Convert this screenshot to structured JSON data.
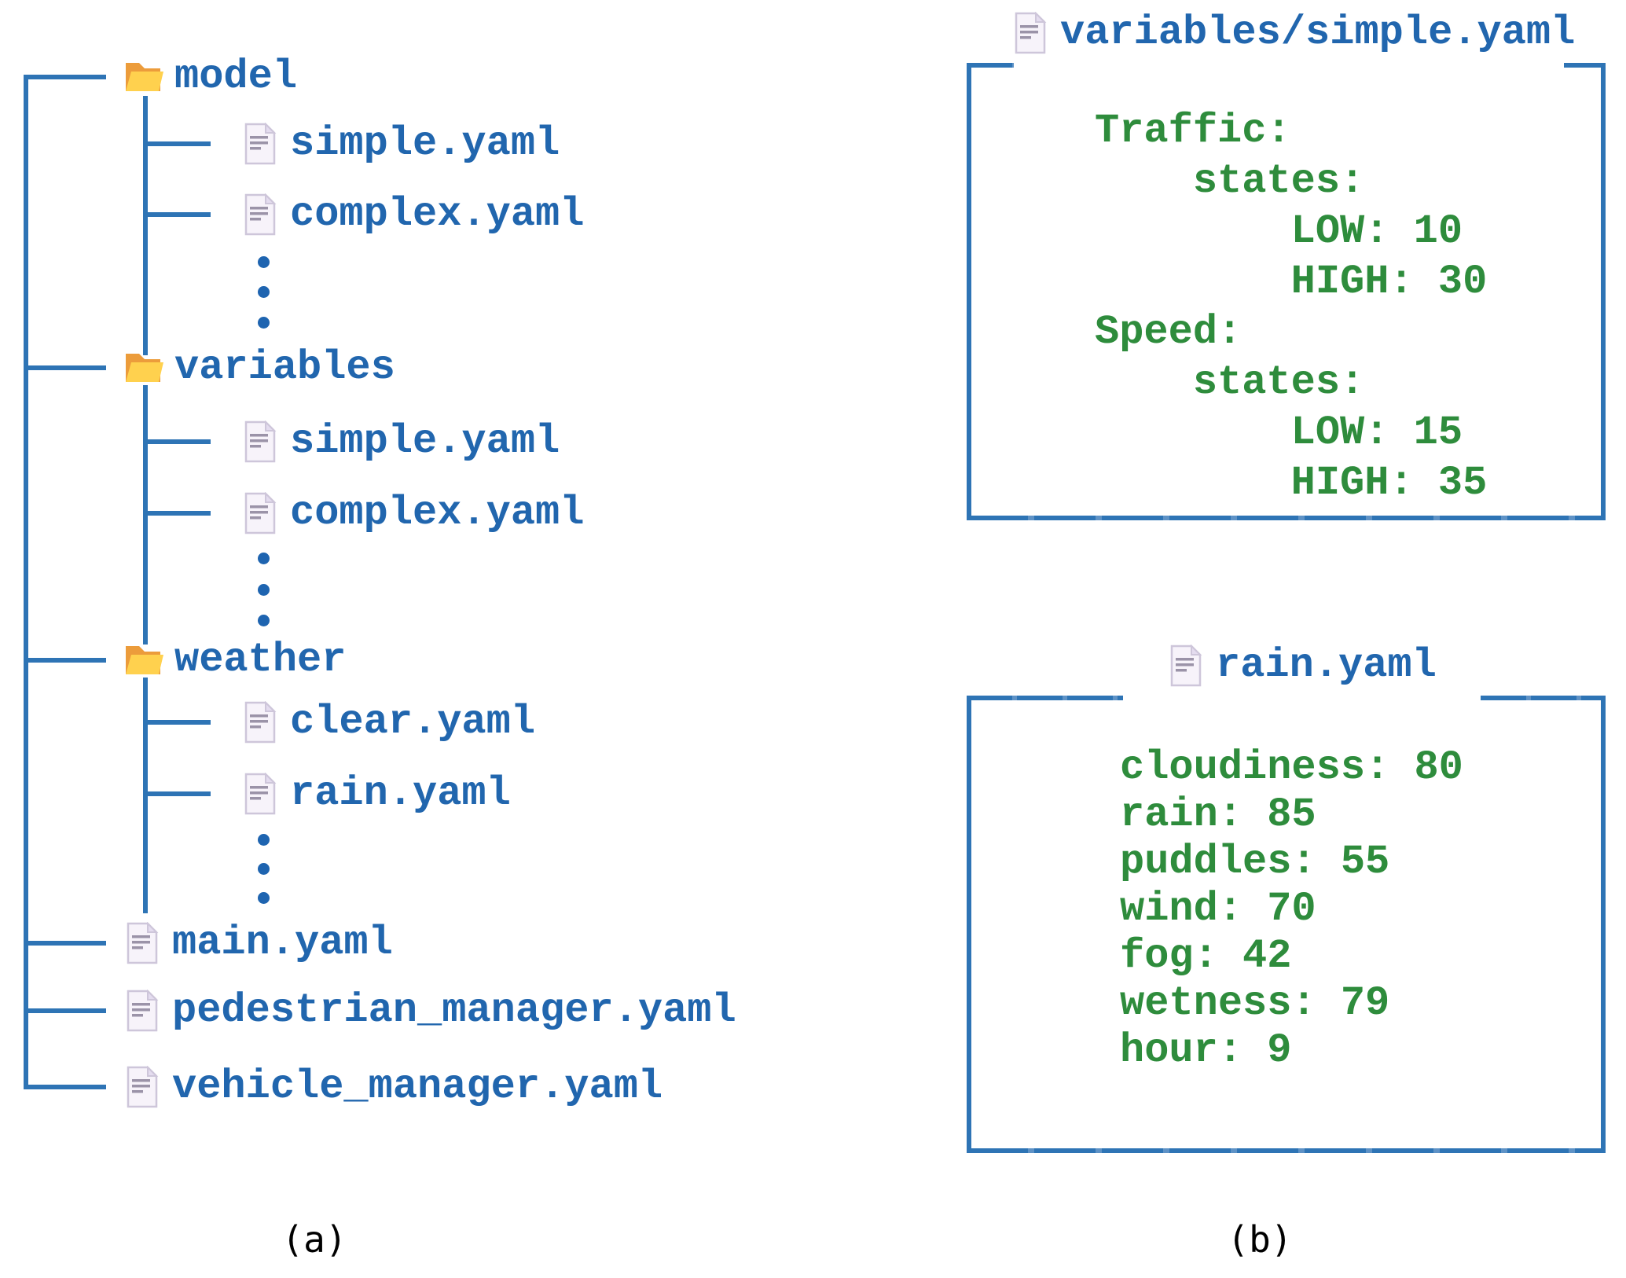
{
  "tree": {
    "items": [
      {
        "type": "folder",
        "label": "model"
      },
      {
        "type": "file",
        "label": "simple.yaml"
      },
      {
        "type": "file",
        "label": "complex.yaml"
      },
      {
        "type": "folder",
        "label": "variables"
      },
      {
        "type": "file",
        "label": "simple.yaml"
      },
      {
        "type": "file",
        "label": "complex.yaml"
      },
      {
        "type": "folder",
        "label": "weather"
      },
      {
        "type": "file",
        "label": "clear.yaml"
      },
      {
        "type": "file",
        "label": "rain.yaml"
      },
      {
        "type": "file",
        "label": "main.yaml"
      },
      {
        "type": "file",
        "label": "pedestrian_manager.yaml"
      },
      {
        "type": "file",
        "label": "vehicle_manager.yaml"
      }
    ]
  },
  "boxes": [
    {
      "title": "variables/simple.yaml",
      "yaml": "Traffic:\n    states:\n        LOW: 10\n        HIGH: 30\nSpeed:\n    states:\n        LOW: 15\n        HIGH: 35"
    },
    {
      "title": "rain.yaml",
      "yaml": "cloudiness: 80\nrain: 85\npuddles: 55\nwind: 70\nfog: 42\nwetness: 79\nhour: 9"
    }
  ],
  "captions": {
    "a": "(a)",
    "b": "(b)"
  },
  "icons": {
    "folder": "folder-icon",
    "document": "document-icon"
  },
  "colors": {
    "line_blue": "#2E74B5",
    "label_blue": "#2166AE",
    "yaml_green": "#2E8C3C",
    "folder_front": "#FFD14E",
    "folder_back": "#EC9C3B",
    "doc_fill": "#F7F3FA",
    "doc_stroke": "#CEC6DA",
    "caption_black": "#000000"
  }
}
